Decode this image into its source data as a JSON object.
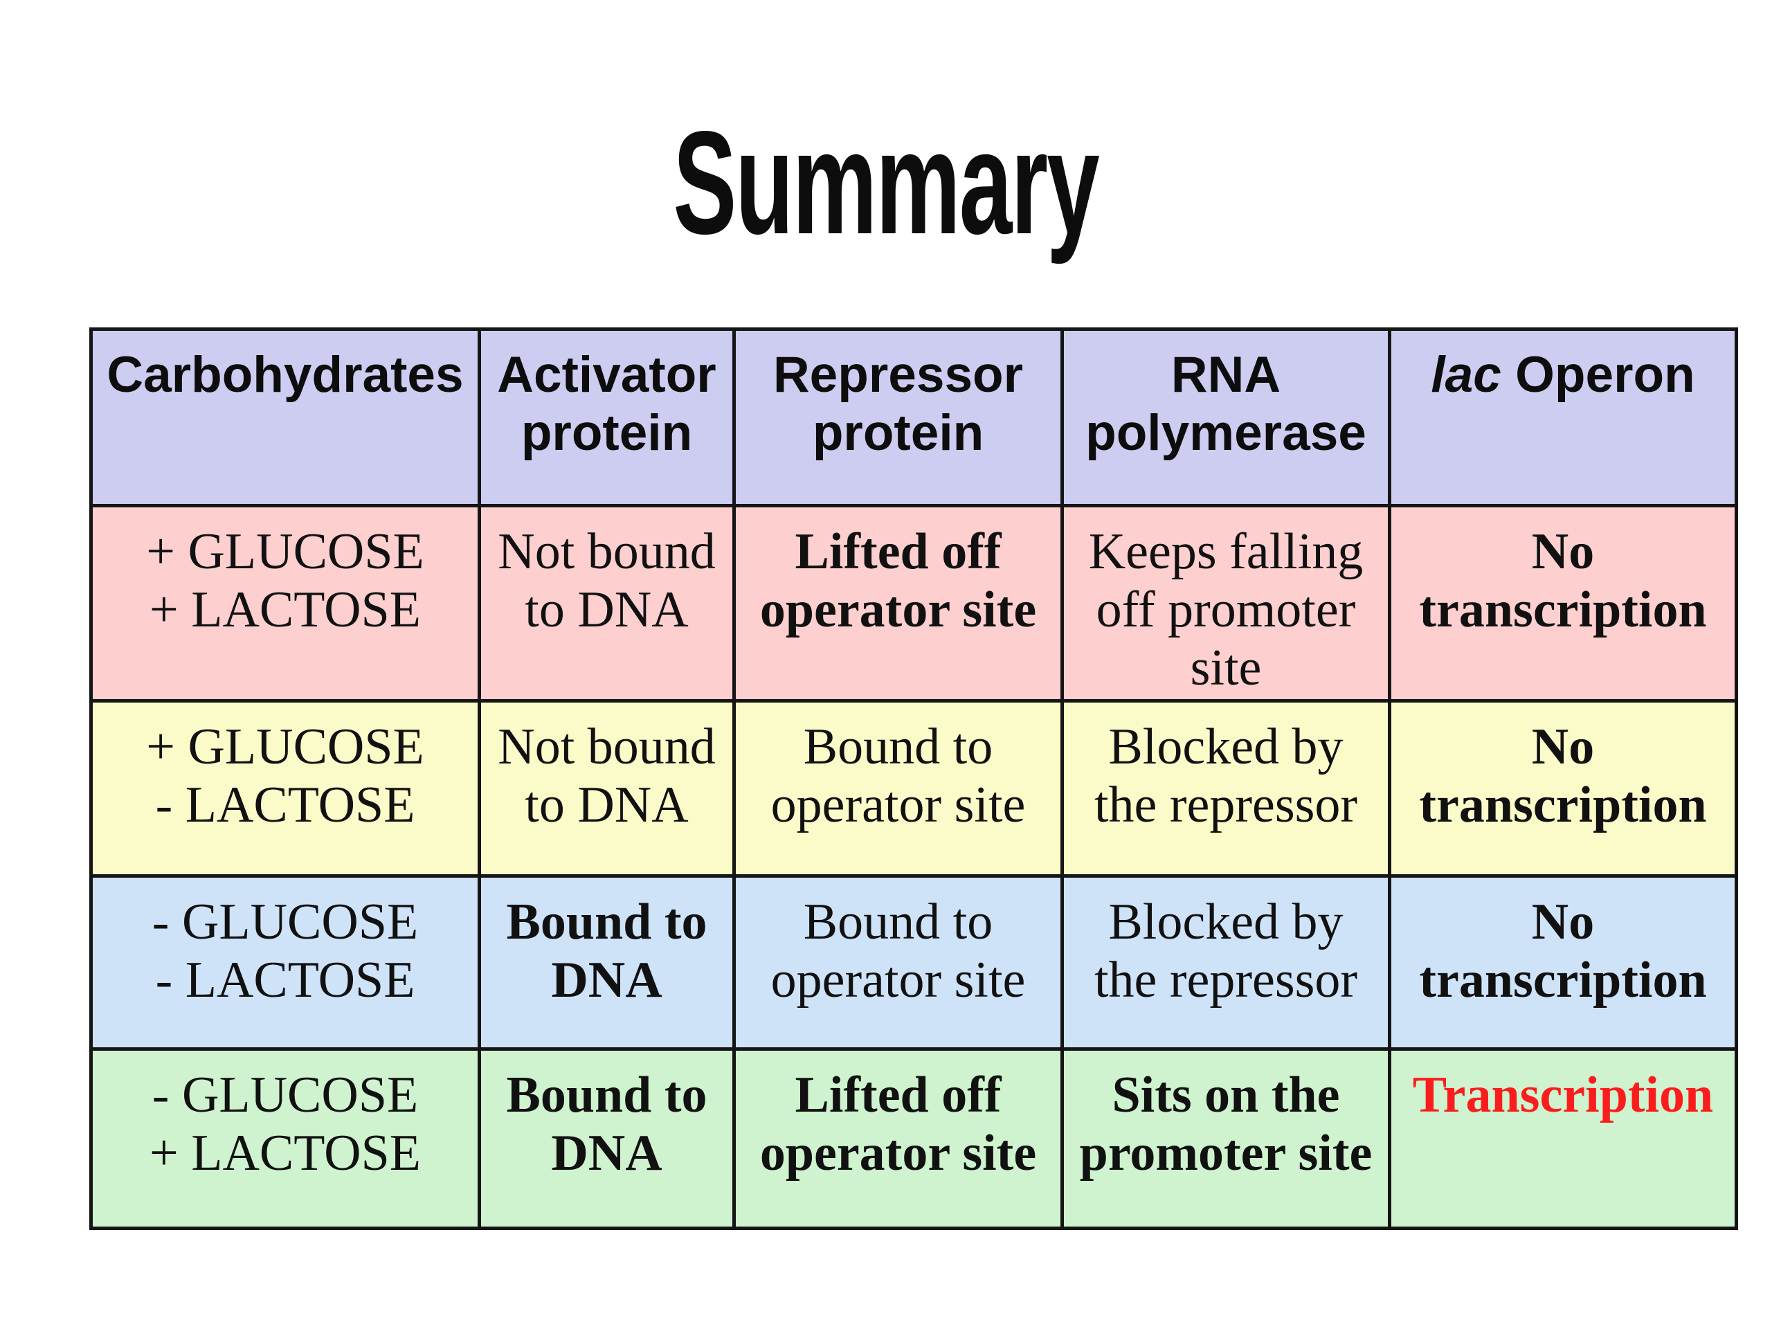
{
  "title": "Summary",
  "colors": {
    "header_bg": "#cdcdf2",
    "row1_bg": "#fdcfcf",
    "row2_bg": "#fbfbc9",
    "row3_bg": "#cfe3f8",
    "row4_bg": "#cef3ce",
    "transcription_red": "#fb1d1d",
    "border": "#151515"
  },
  "table": {
    "headers": {
      "col1": "Carbohydrates",
      "col2": "Activator\nprotein",
      "col3": "Repressor\nprotein",
      "col4": "RNA\npolymerase",
      "col5_italic": "lac",
      "col5_rest": "Operon"
    },
    "rows": [
      {
        "bg": "#fdcfcf",
        "cells": [
          "+ GLUCOSE\n+ LACTOSE",
          "Not bound\nto DNA",
          "Lifted off\noperator site",
          "Keeps falling\noff promoter\nsite",
          "No\ntranscription"
        ]
      },
      {
        "bg": "#fbfbc9",
        "cells": [
          "+ GLUCOSE\n- LACTOSE",
          "Not bound\nto DNA",
          "Bound to\noperator site",
          "Blocked by\nthe repressor",
          "No\ntranscription"
        ]
      },
      {
        "bg": "#cfe3f8",
        "cells": [
          "- GLUCOSE\n- LACTOSE",
          "Bound to\nDNA",
          "Bound to\noperator site",
          "Blocked by\nthe repressor",
          "No\ntranscription"
        ]
      },
      {
        "bg": "#cef3ce",
        "cells": [
          "- GLUCOSE\n+ LACTOSE",
          "Bound to\nDNA",
          "Lifted off\noperator site",
          "Sits on the\npromoter site",
          "Transcription"
        ]
      }
    ]
  }
}
